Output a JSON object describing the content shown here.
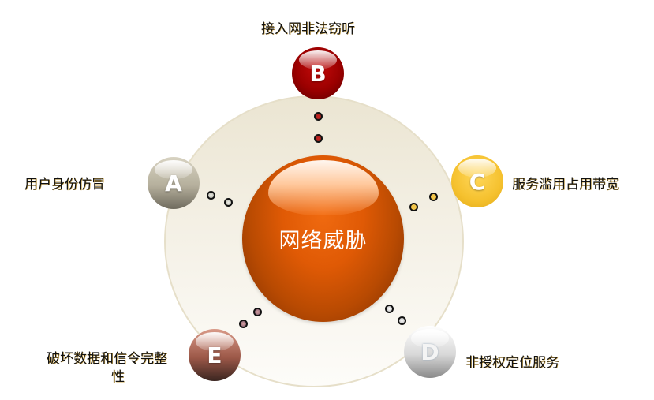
{
  "center": {
    "label": "网络威胁",
    "color": "#e05a05"
  },
  "nodes": [
    {
      "letter": "A",
      "label": "用户身份仿冒",
      "color": "#b8b2a0"
    },
    {
      "letter": "B",
      "label": "接入网非法窃听",
      "color": "#a80000"
    },
    {
      "letter": "C",
      "label": "服务滥用占用带宽",
      "color": "#f5c12e"
    },
    {
      "letter": "D",
      "label": "非授权定位服务",
      "color": "#c8c8c8"
    },
    {
      "letter": "E",
      "label_line1": "破坏数据和信令完整",
      "label_line2": "性",
      "color": "#8f4a3a"
    }
  ]
}
